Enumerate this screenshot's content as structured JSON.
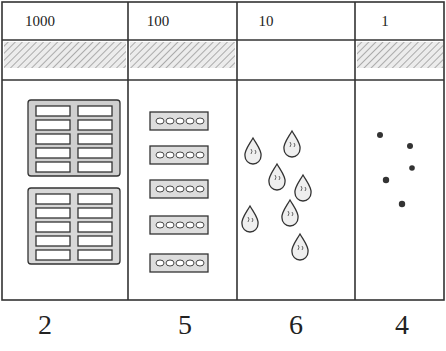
{
  "diagram": {
    "labels": [
      "1000",
      "100",
      "10",
      "1",
      "2",
      "5",
      "6",
      "4"
    ]
  }
}
